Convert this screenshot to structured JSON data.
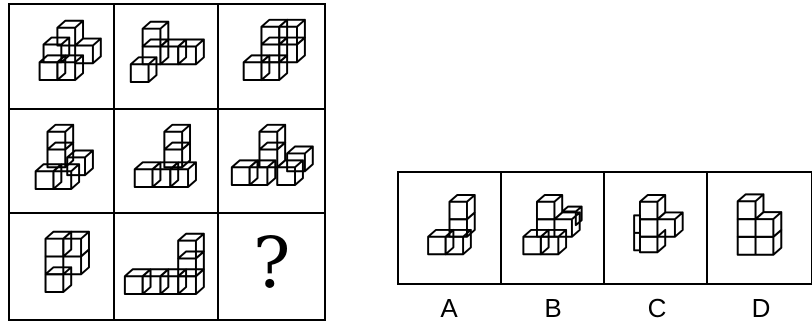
{
  "puzzle": {
    "grid_cells": [
      {
        "figure": "cube-figure-1"
      },
      {
        "figure": "cube-figure-2"
      },
      {
        "figure": "cube-figure-3"
      },
      {
        "figure": "cube-figure-4"
      },
      {
        "figure": "cube-figure-5"
      },
      {
        "figure": "cube-figure-6"
      },
      {
        "figure": "cube-figure-7"
      },
      {
        "figure": "cube-figure-8"
      },
      {
        "question_mark": "?"
      }
    ],
    "options": [
      {
        "label": "A"
      },
      {
        "label": "B"
      },
      {
        "label": "C"
      },
      {
        "label": "D"
      }
    ]
  }
}
